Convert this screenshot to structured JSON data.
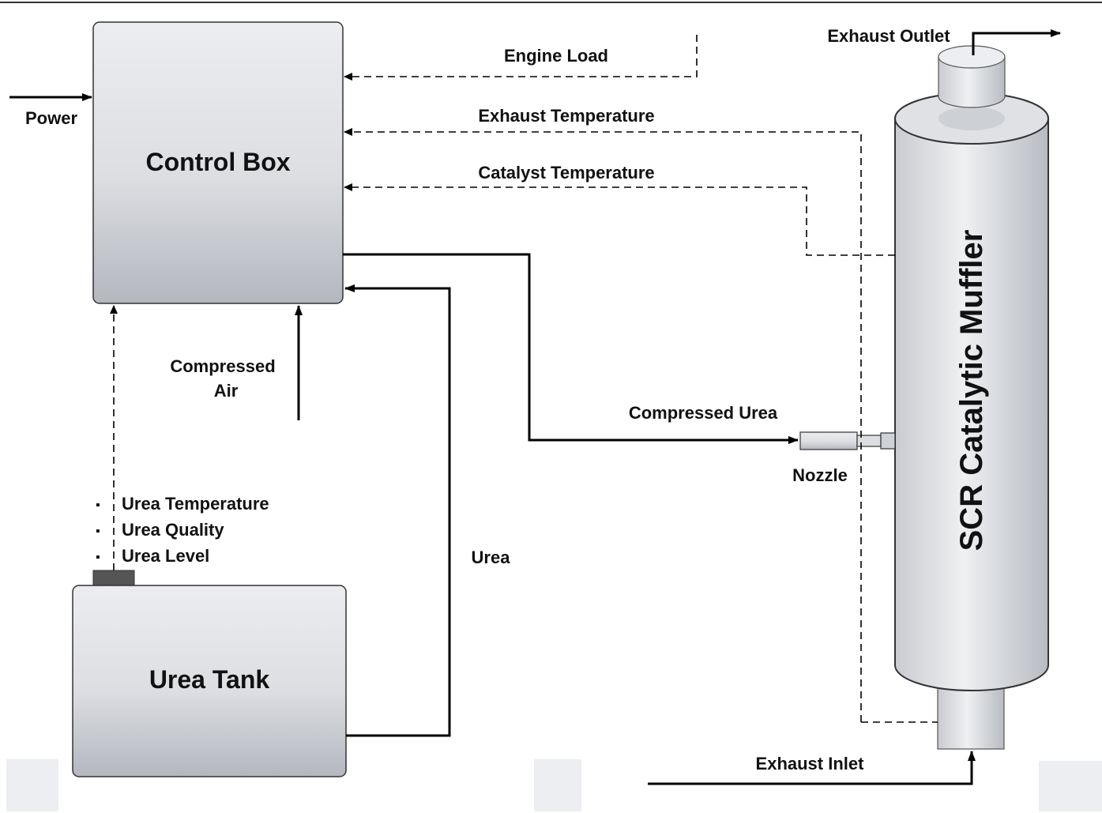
{
  "components": {
    "control_box": "Control Box",
    "urea_tank": "Urea Tank",
    "muffler": "SCR Catalytic Muffler",
    "nozzle": "Nozzle"
  },
  "signals": {
    "engine_load": "Engine Load",
    "exhaust_temperature": "Exhaust Temperature",
    "catalyst_temperature": "Catalyst Temperature",
    "power": "Power",
    "compressed_air_line1": "Compressed",
    "compressed_air_line2": "Air",
    "compressed_urea": "Compressed Urea",
    "urea": "Urea",
    "exhaust_outlet": "Exhaust Outlet",
    "exhaust_inlet": "Exhaust Inlet"
  },
  "tank_sensors": [
    "Urea Temperature",
    "Urea Quality",
    "Urea Level"
  ],
  "bullet": "▪",
  "colors": {
    "box_top": "#eaecef",
    "box_bottom": "#b5b8bf",
    "line": "#000000",
    "placeholder": "#eceef1"
  }
}
